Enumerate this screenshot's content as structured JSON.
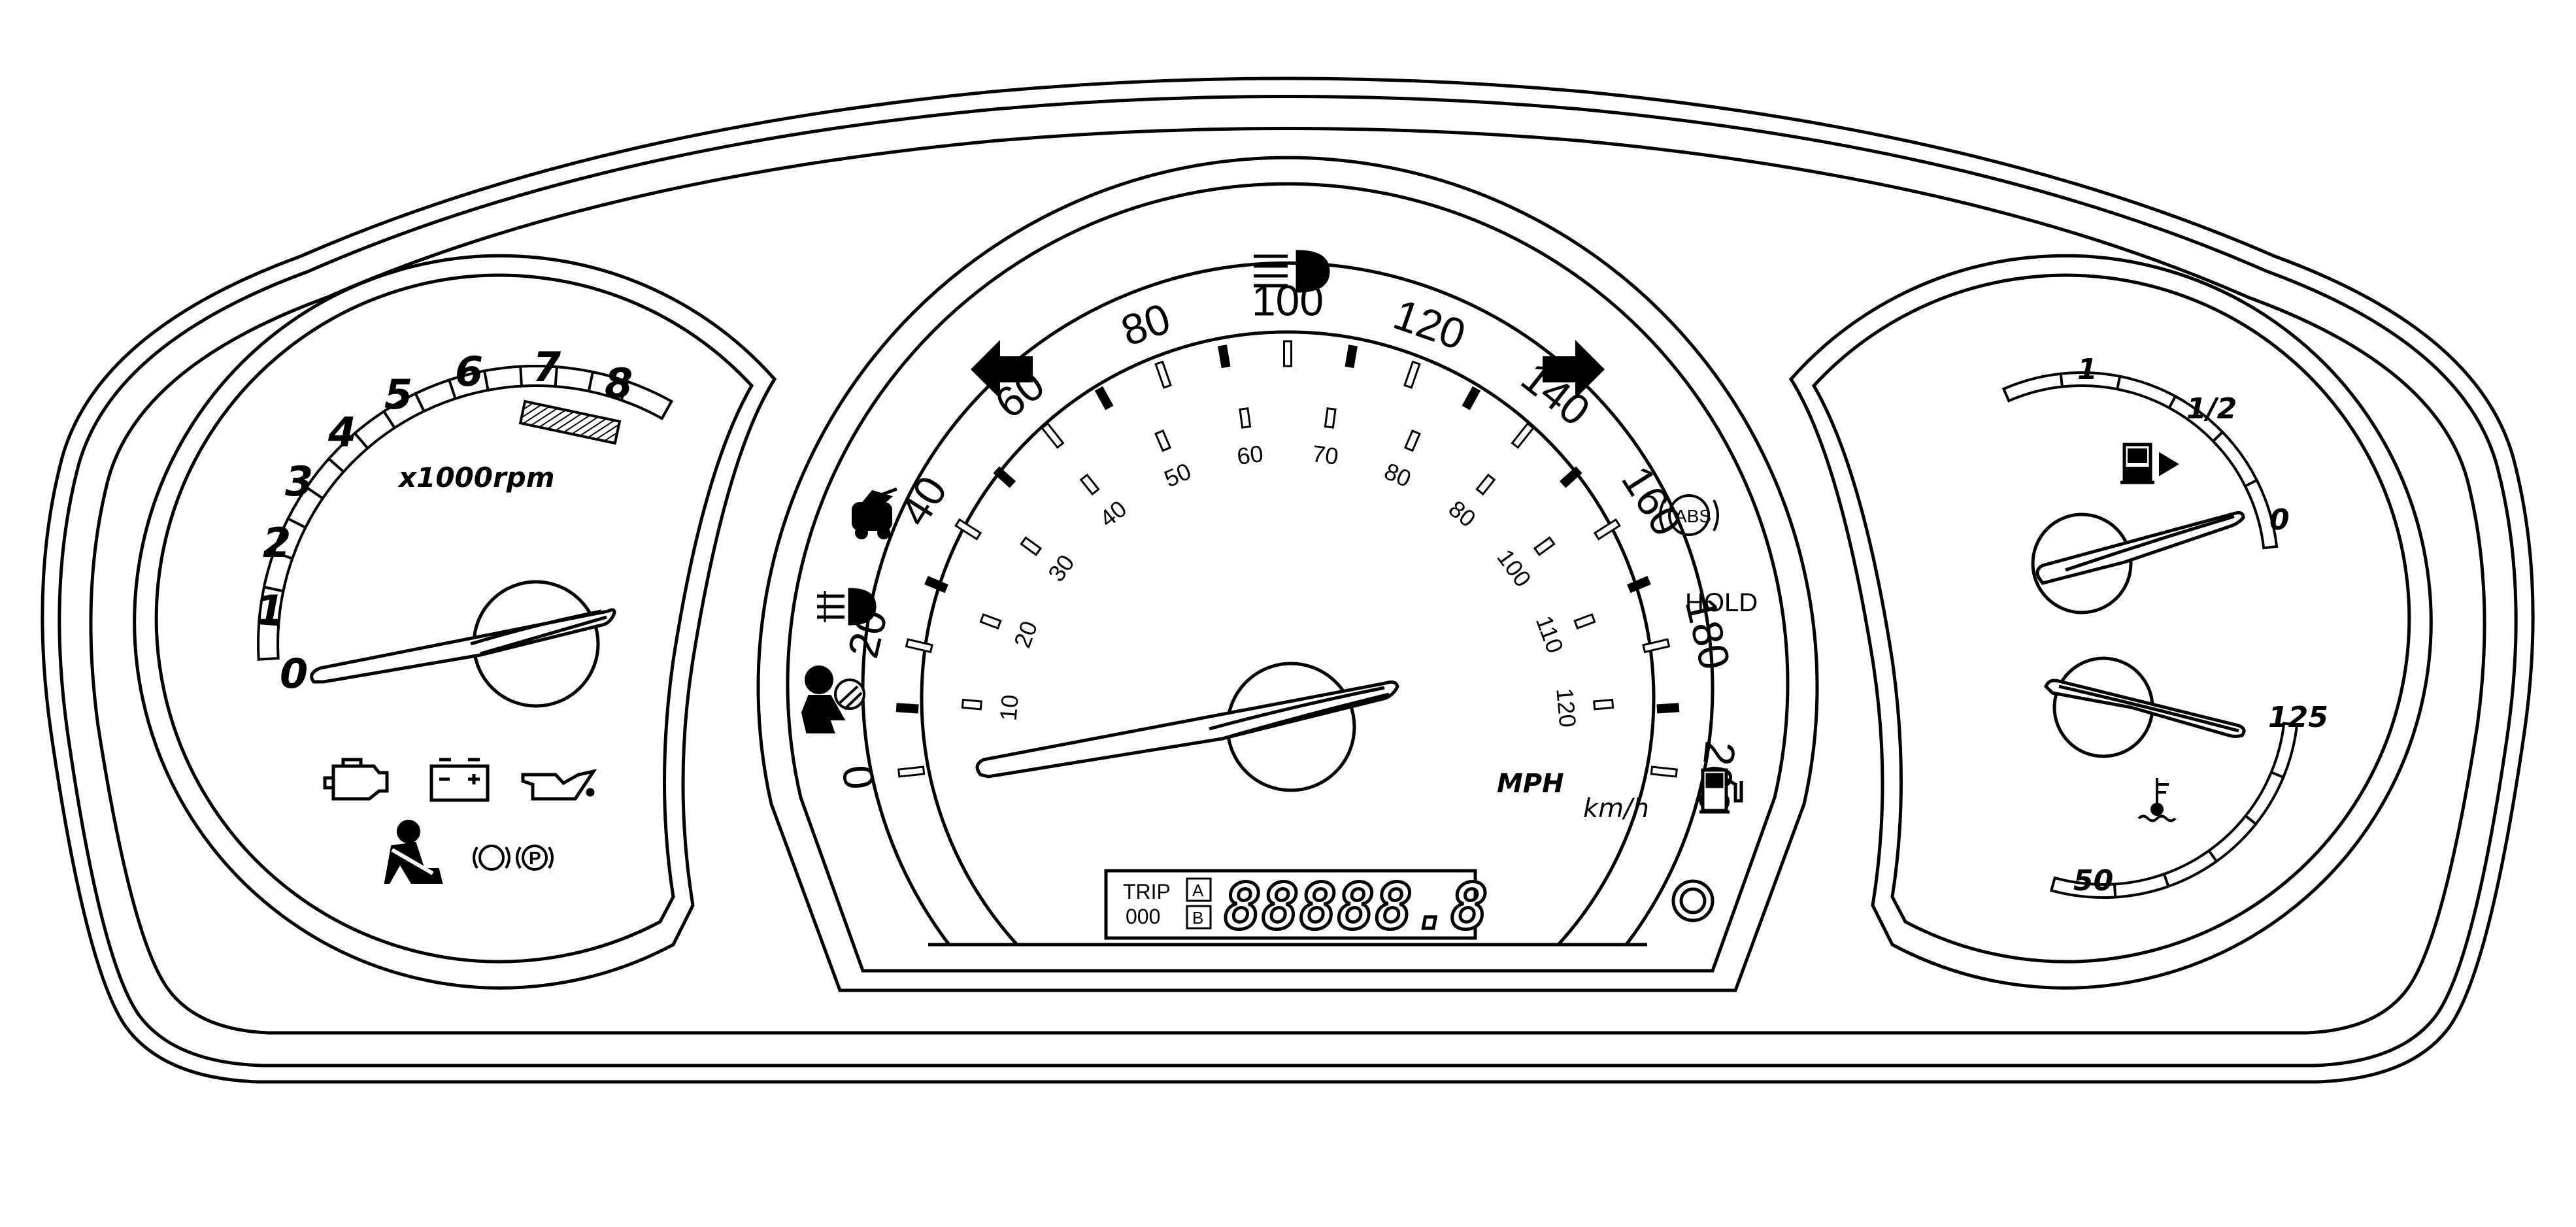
{
  "tachometer": {
    "labels": [
      "0",
      "1",
      "2",
      "3",
      "4",
      "5",
      "6",
      "7",
      "8"
    ],
    "unit_label": "x1000rpm"
  },
  "speedometer": {
    "mph_labels": [
      "0",
      "20",
      "40",
      "60",
      "80",
      "100",
      "120",
      "140",
      "160",
      "180",
      "200"
    ],
    "kmh_labels": [
      "10",
      "20",
      "30",
      "40",
      "50",
      "60",
      "70",
      "80",
      "80",
      "100",
      "110",
      "120"
    ],
    "mph_unit": "MPH",
    "kmh_unit": "km/h",
    "hold_label": "HOLD",
    "abs_label": "ABS"
  },
  "odometer": {
    "trip_label": "TRIP",
    "trip_value": "000",
    "trip_a": "A",
    "trip_b": "B",
    "display": "88888.8"
  },
  "fuel_gauge": {
    "full_label": "1",
    "half_label": "1/2",
    "empty_label": "0"
  },
  "temp_gauge": {
    "high_label": "125",
    "low_label": "50"
  },
  "warning_lights": [
    "check-engine-icon",
    "battery-icon",
    "oil-pressure-icon",
    "seatbelt-icon",
    "brake-warning-icon",
    "parking-brake-icon",
    "door-ajar-icon",
    "fog-light-icon",
    "airbag-icon",
    "high-beam-icon",
    "turn-left-icon",
    "turn-right-icon",
    "abs-icon",
    "low-fuel-icon",
    "fuel-pump-icon",
    "coolant-temp-icon",
    "reset-knob-icon"
  ],
  "colors": {
    "ink": "#000000",
    "paper": "#ffffff",
    "hatch": "#555555"
  }
}
